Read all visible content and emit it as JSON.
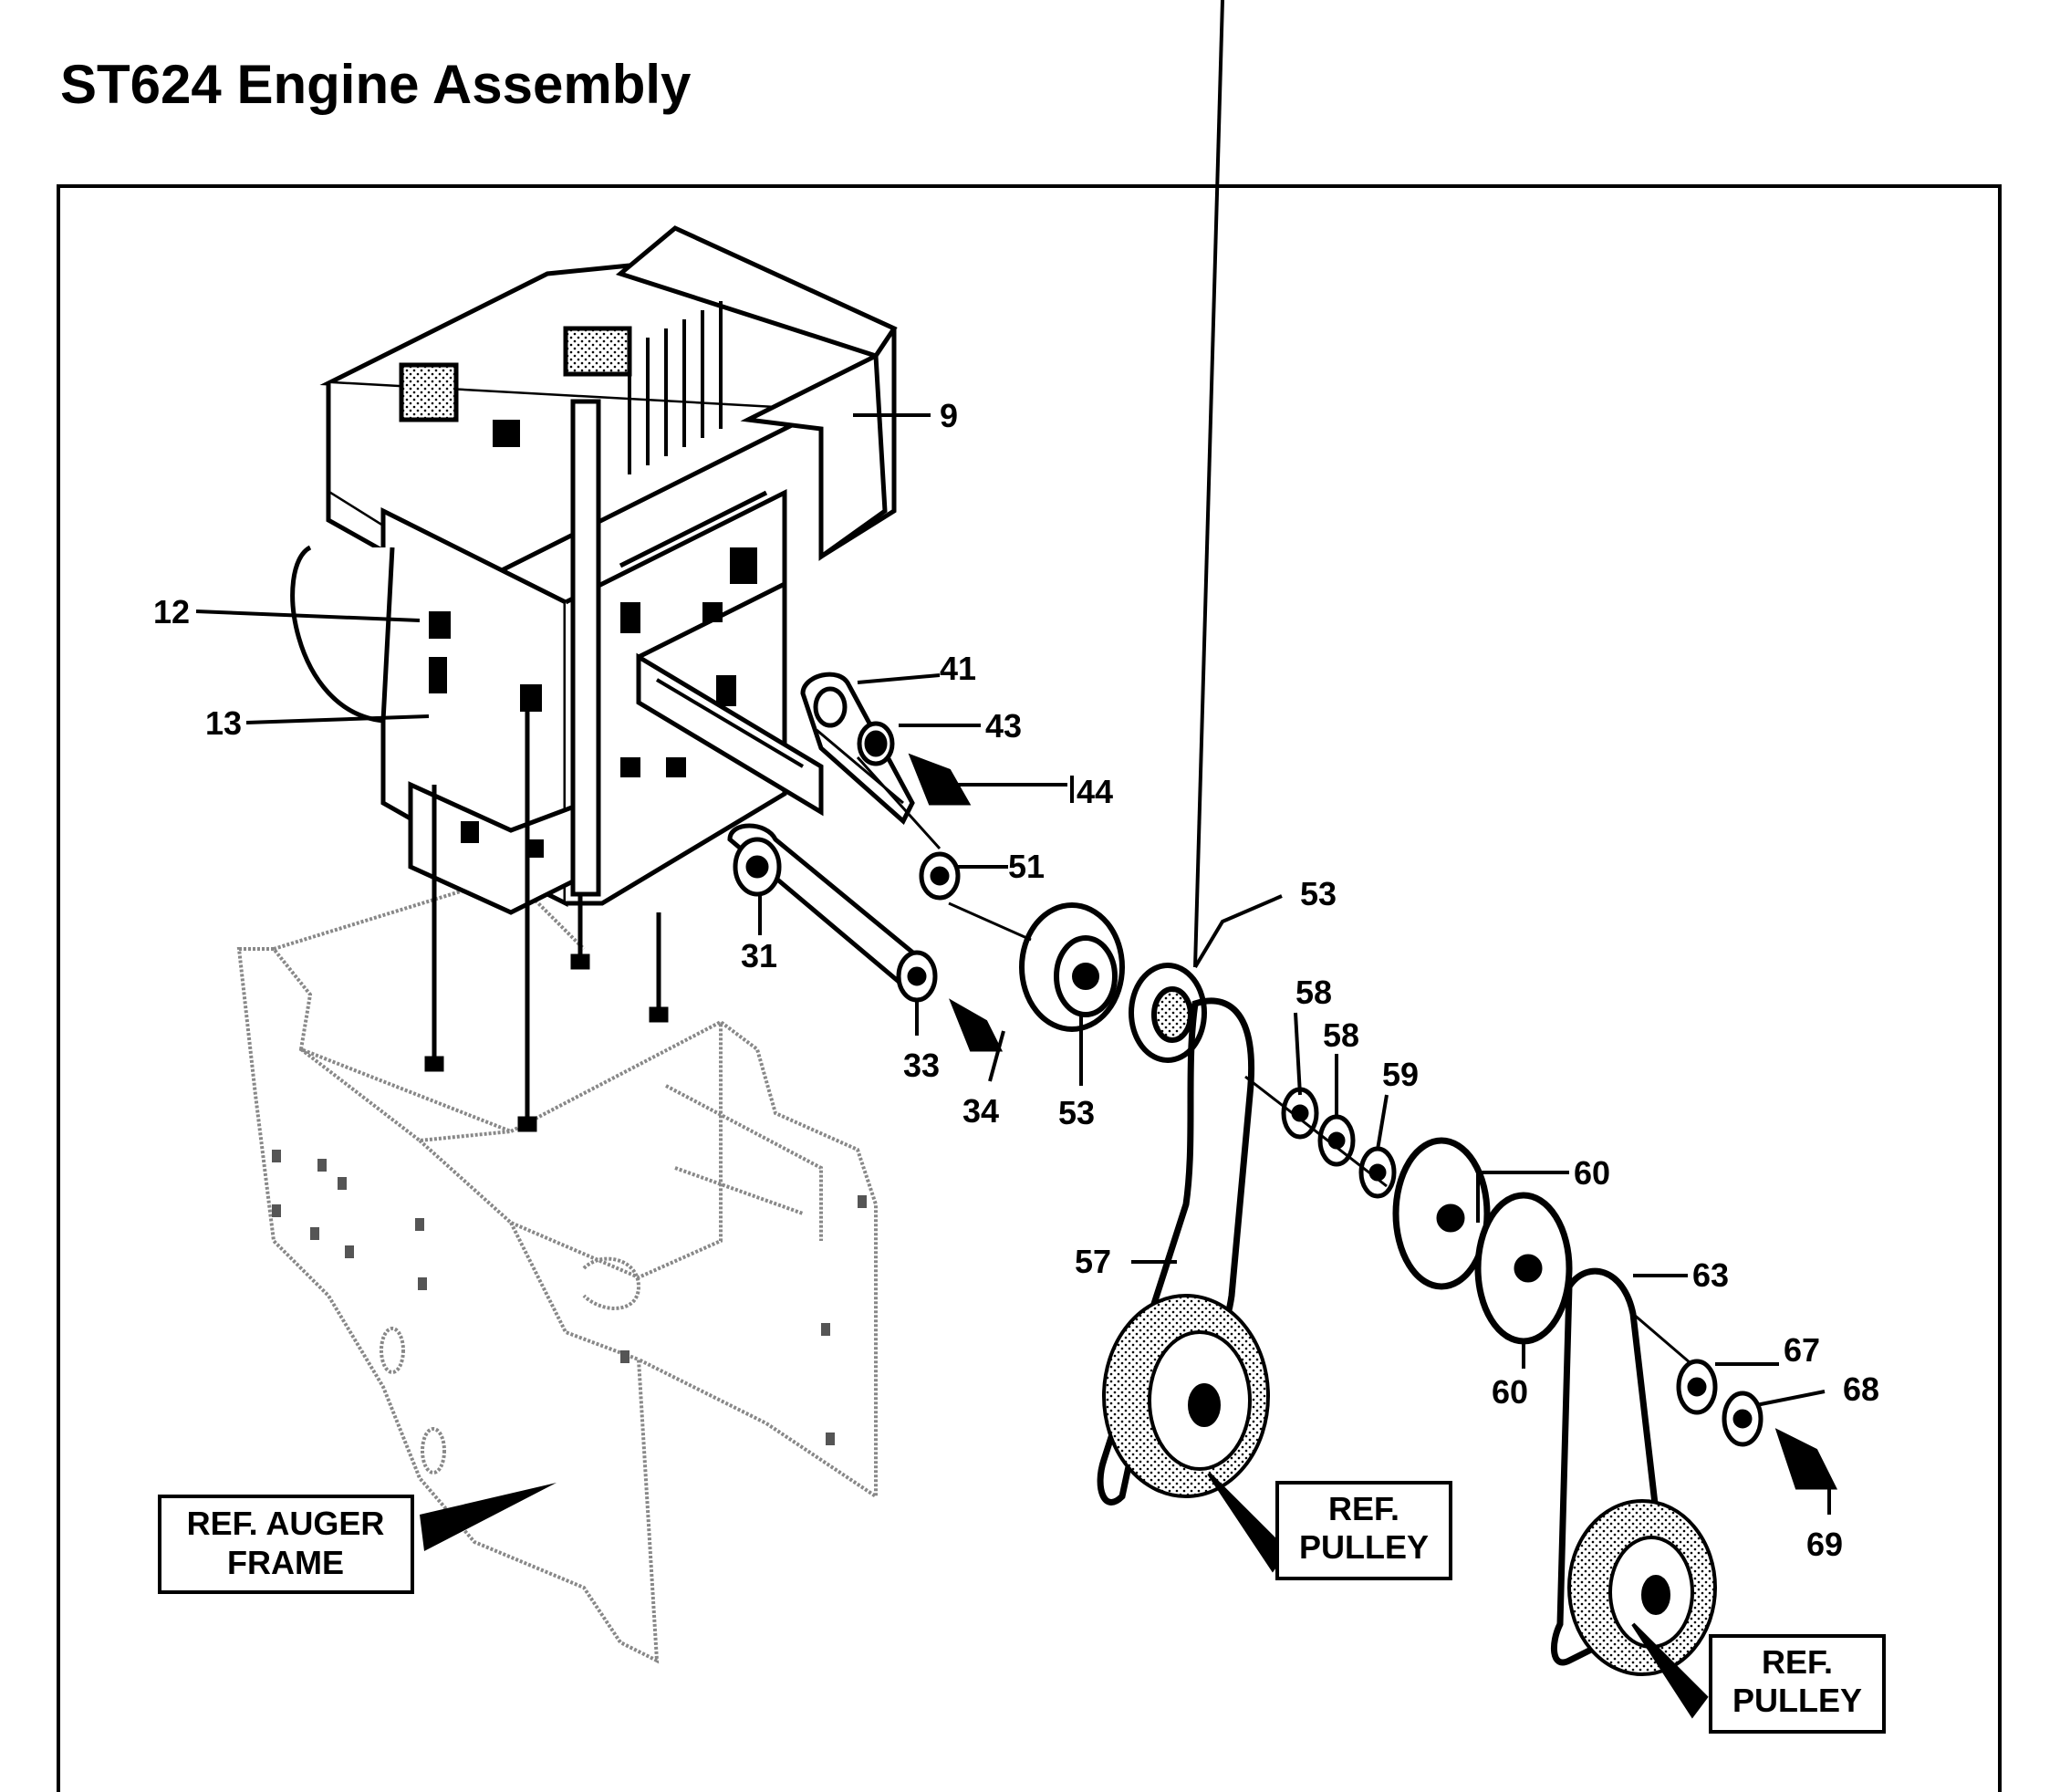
{
  "title": "ST624 Engine Assembly",
  "callouts": {
    "c9": "9",
    "c12": "12",
    "c13": "13",
    "c41": "41",
    "c43": "43",
    "c44": "44",
    "c51": "51",
    "c31": "31",
    "c33": "33",
    "c34": "34",
    "c53a": "53",
    "c53b": "53",
    "c58a": "58",
    "c58b": "58",
    "c59": "59",
    "c60a": "60",
    "c60b": "60",
    "c57": "57",
    "c63": "63",
    "c67": "67",
    "c68": "68",
    "c69": "69"
  },
  "refs": {
    "auger_frame": [
      "REF. AUGER",
      "FRAME"
    ],
    "pulley_1": [
      "REF.",
      "PULLEY"
    ],
    "pulley_2": [
      "REF.",
      "PULLEY"
    ]
  }
}
